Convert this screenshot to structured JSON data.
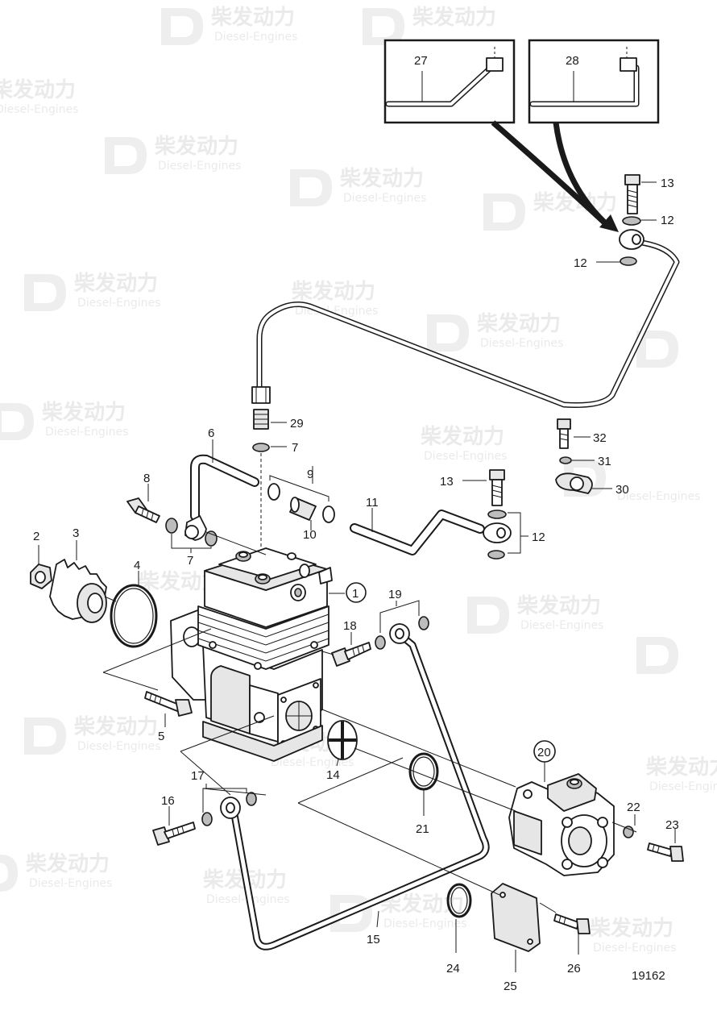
{
  "labels": {
    "1": "1",
    "2": "2",
    "3": "3",
    "4": "4",
    "5": "5",
    "6": "6",
    "7": "7",
    "8": "8",
    "9": "9",
    "10": "10",
    "11": "11",
    "12": "12",
    "13": "13",
    "14": "14",
    "15": "15",
    "16": "16",
    "17": "17",
    "18": "18",
    "19": "19",
    "20": "20",
    "21": "21",
    "22": "22",
    "23": "23",
    "24": "24",
    "25": "25",
    "26": "26",
    "27": "27",
    "28": "28",
    "29": "29",
    "30": "30",
    "31": "31",
    "32": "32"
  },
  "figure_number": "19162",
  "watermark": {
    "title": "柴发动力",
    "subtitle": "Diesel-Engines"
  }
}
